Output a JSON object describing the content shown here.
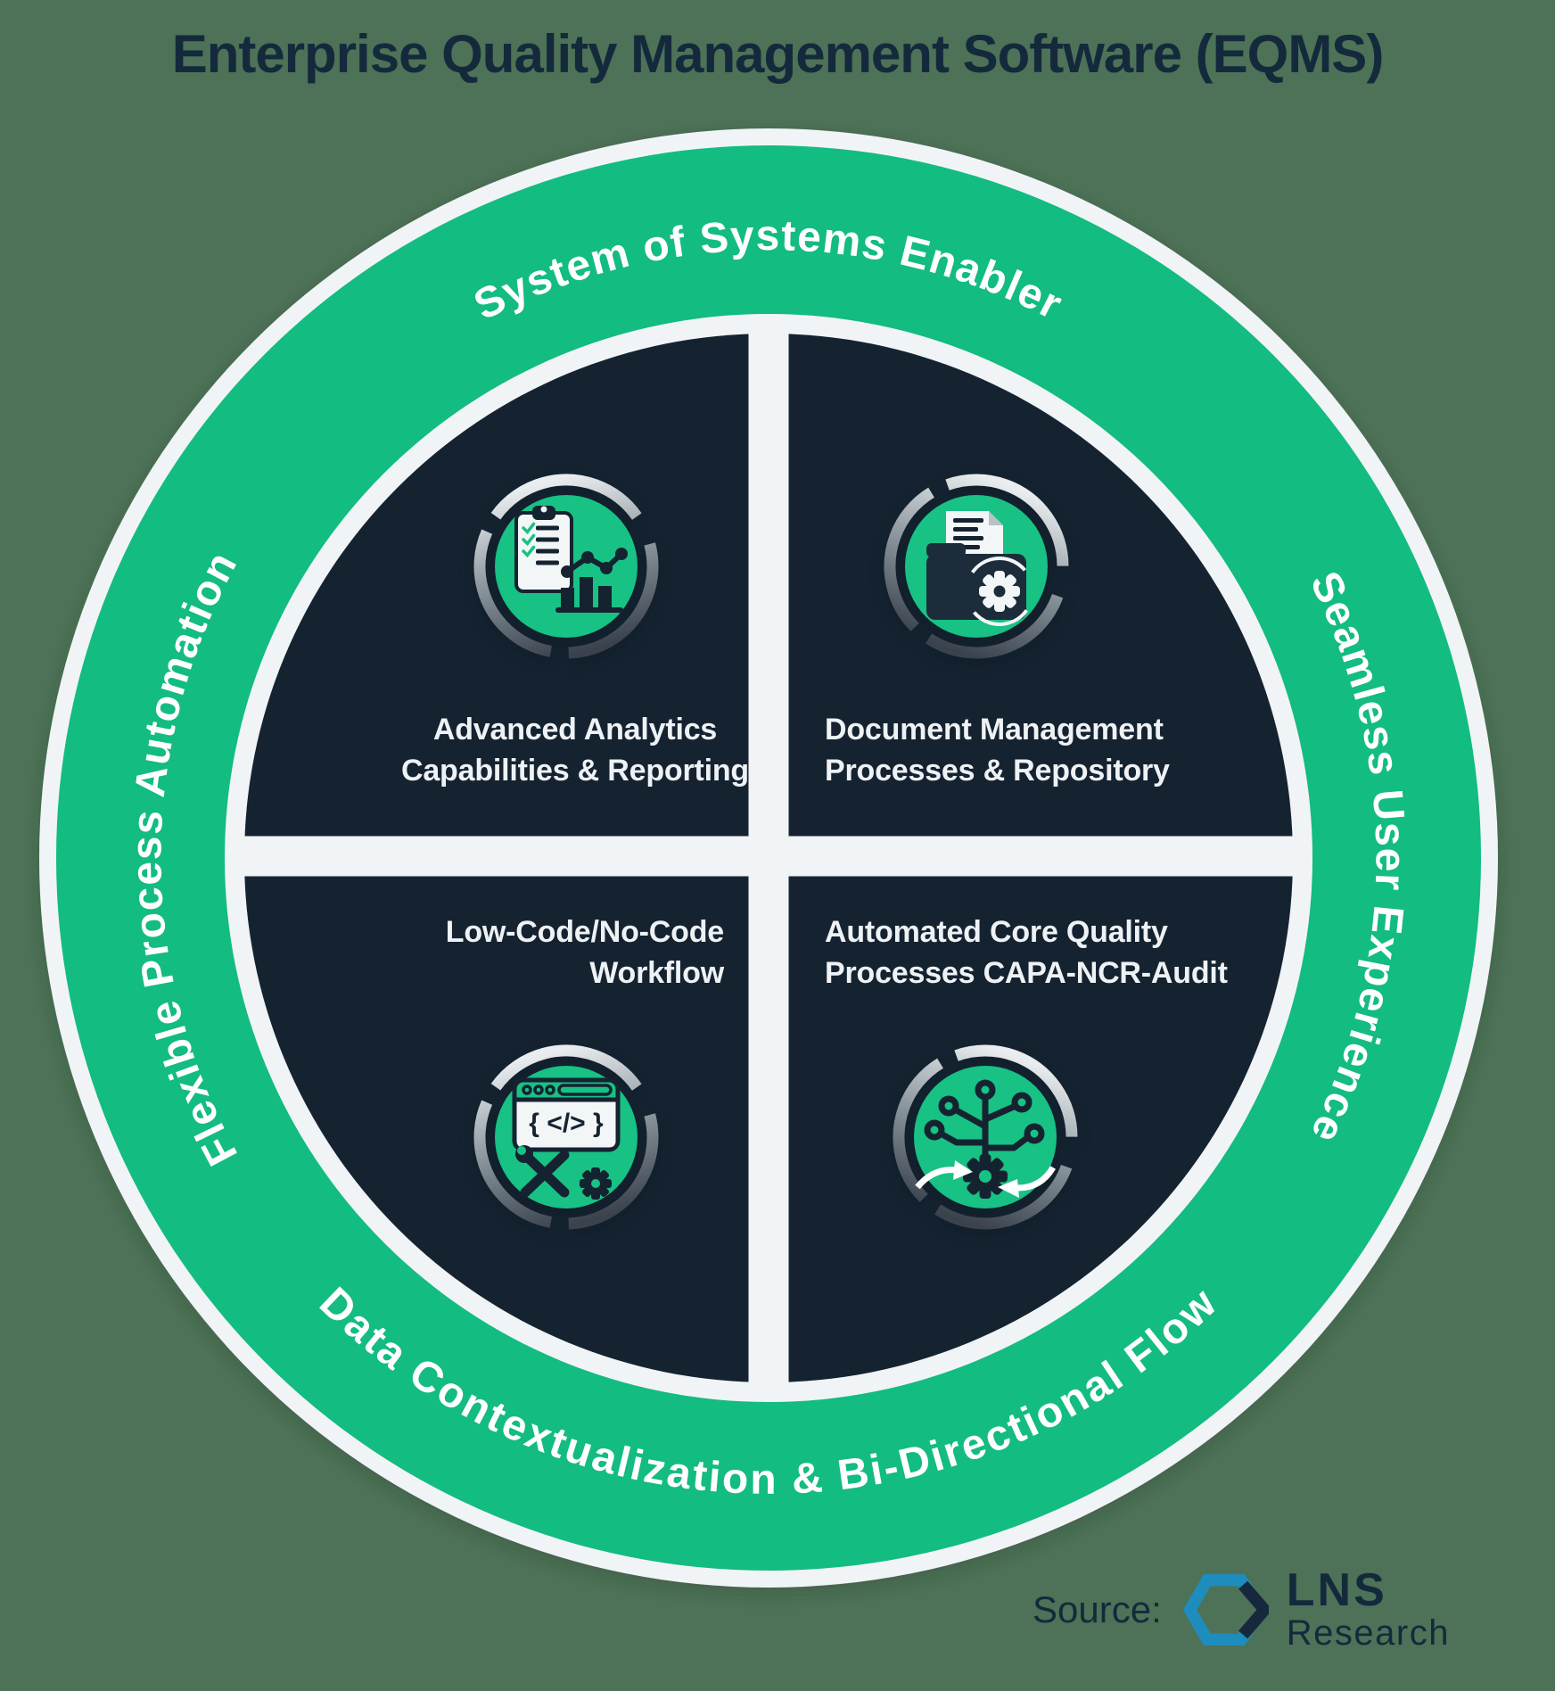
{
  "title": "Enterprise Quality Management Software (EQMS)",
  "ring_labels": {
    "top": "System of Systems Enabler",
    "left": "Flexible Process Automation",
    "right": "Seamless User Experience",
    "bottom": "Data Contextualization & Bi-Directional Flow"
  },
  "quadrants": [
    {
      "id": "top-left",
      "icon": "clipboard-analytics-chart-icon",
      "lines": [
        "Advanced Analytics",
        "Capabilities & Reporting"
      ]
    },
    {
      "id": "top-right",
      "icon": "document-folder-gear-icon",
      "lines": [
        "Document Management",
        "Processes & Repository"
      ]
    },
    {
      "id": "bottom-left",
      "icon": "low-code-window-tools-icon",
      "lines": [
        "Low-Code/No-Code",
        "Workflow"
      ]
    },
    {
      "id": "bottom-right",
      "icon": "circuit-gear-sync-icon",
      "lines": [
        "Automated Core Quality",
        "Processes CAPA-NCR-Audit"
      ]
    }
  ],
  "icons": {
    "code_text": "{ </> }"
  },
  "source": {
    "label": "Source:",
    "brand_line1": "LNS",
    "brand_line2": "Research"
  },
  "colors": {
    "background": "#4d7257",
    "ring_green": "#13bc80",
    "badge_green": "#18c184",
    "navy": "#152331",
    "title_navy": "#142a3c",
    "off_white": "#f1f4f6",
    "logo_blue": "#1e8cbd"
  }
}
